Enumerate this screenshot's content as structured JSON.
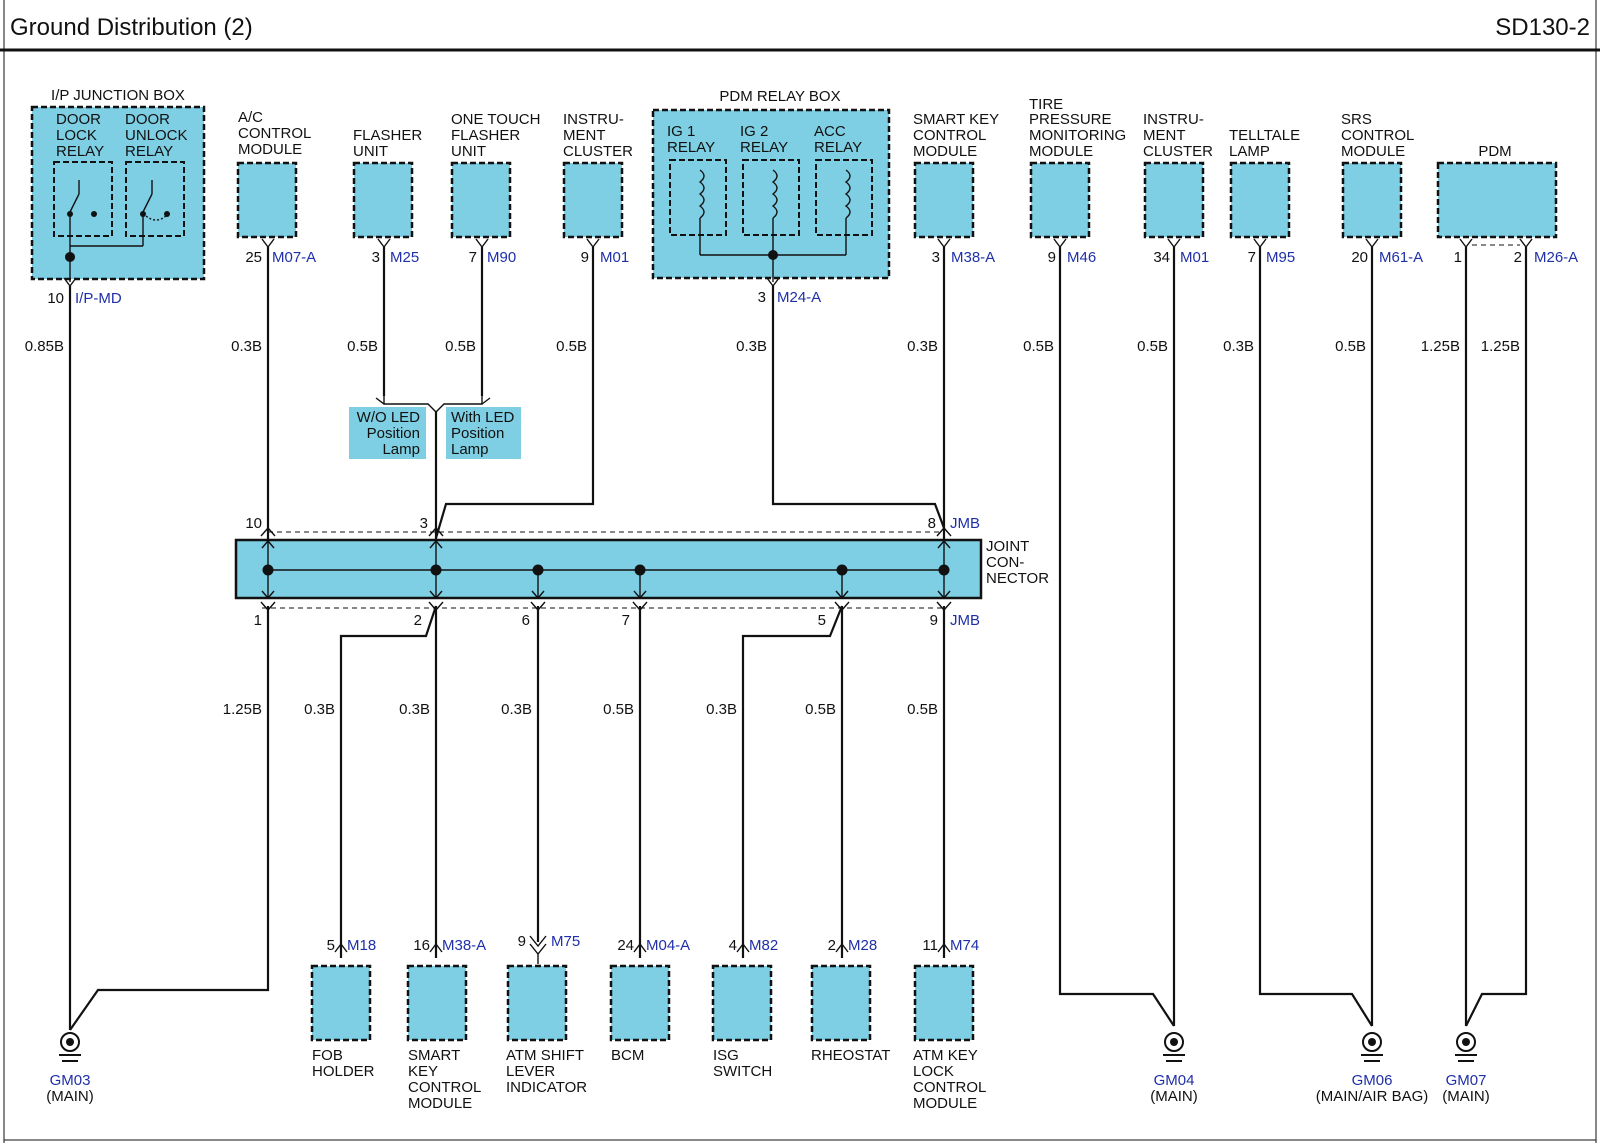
{
  "header": {
    "title": "Ground Distribution (2)",
    "code": "SD130-2"
  },
  "components_top": [
    {
      "id": "ip-junction-box",
      "label": "I/P JUNCTION BOX",
      "pin": "10",
      "connector": "I/P-MD",
      "wire": "0.85B",
      "relays": [
        {
          "lines": [
            "DOOR",
            "LOCK",
            "RELAY"
          ]
        },
        {
          "lines": [
            "DOOR",
            "UNLOCK",
            "RELAY"
          ]
        }
      ]
    },
    {
      "id": "ac-control-module",
      "lines": [
        "A/C",
        "CONTROL",
        "MODULE"
      ],
      "pin": "25",
      "connector": "M07-A",
      "wire": "0.3B"
    },
    {
      "id": "flasher-unit",
      "lines": [
        "FLASHER",
        "UNIT"
      ],
      "pin": "3",
      "connector": "M25",
      "wire": "0.5B"
    },
    {
      "id": "one-touch-flasher-unit",
      "lines": [
        "ONE TOUCH",
        "FLASHER",
        "UNIT"
      ],
      "pin": "7",
      "connector": "M90",
      "wire": "0.5B"
    },
    {
      "id": "instrument-cluster-1",
      "lines": [
        "INSTRU-",
        "MENT",
        "CLUSTER"
      ],
      "pin": "9",
      "connector": "M01",
      "wire": "0.5B"
    },
    {
      "id": "pdm-relay-box",
      "label": "PDM RELAY BOX",
      "pin": "3",
      "connector": "M24-A",
      "wire": "0.3B",
      "relays": [
        {
          "lines": [
            "IG 1",
            "RELAY"
          ]
        },
        {
          "lines": [
            "IG 2",
            "RELAY"
          ]
        },
        {
          "lines": [
            "ACC",
            "RELAY"
          ]
        }
      ]
    },
    {
      "id": "smart-key-control-module-top",
      "lines": [
        "SMART KEY",
        "CONTROL",
        "MODULE"
      ],
      "pin": "3",
      "connector": "M38-A",
      "wire": "0.3B"
    },
    {
      "id": "tire-pressure-monitoring-module",
      "lines": [
        "TIRE",
        "PRESSURE",
        "MONITORING",
        "MODULE"
      ],
      "pin": "9",
      "connector": "M46",
      "wire": "0.5B"
    },
    {
      "id": "instrument-cluster-2",
      "lines": [
        "INSTRU-",
        "MENT",
        "CLUSTER"
      ],
      "pin": "34",
      "connector": "M01",
      "wire": "0.5B"
    },
    {
      "id": "telltale-lamp",
      "lines": [
        "TELLTALE",
        "LAMP"
      ],
      "pin": "7",
      "connector": "M95",
      "wire": "0.3B"
    },
    {
      "id": "srs-control-module",
      "lines": [
        "SRS",
        "CONTROL",
        "MODULE"
      ],
      "pin": "20",
      "connector": "M61-A",
      "wire": "0.5B"
    },
    {
      "id": "pdm",
      "label": "PDM",
      "pins": [
        "1",
        "2"
      ],
      "connector": "M26-A",
      "wires": [
        "1.25B",
        "1.25B"
      ]
    }
  ],
  "option_notes": [
    {
      "lines": [
        "W/O LED",
        "Position",
        "Lamp"
      ]
    },
    {
      "lines": [
        "With LED",
        "Position",
        "Lamp"
      ]
    }
  ],
  "joint_connector": {
    "lines": [
      "JOINT",
      "CON-",
      "NECTOR"
    ],
    "connector": "JMB",
    "top_pins": [
      "10",
      "3",
      "8"
    ],
    "bottom_pins": [
      "1",
      "2",
      "6",
      "7",
      "5",
      "9"
    ],
    "bottom_wires": [
      "1.25B",
      "0.3B",
      "0.3B",
      "0.3B",
      "0.5B",
      "0.3B",
      "0.5B",
      "0.5B"
    ]
  },
  "components_bottom": [
    {
      "id": "fob-holder",
      "lines": [
        "FOB",
        "HOLDER"
      ],
      "pin": "5",
      "connector": "M18"
    },
    {
      "id": "smart-key-control-module-bottom",
      "lines": [
        "SMART",
        "KEY",
        "CONTROL",
        "MODULE"
      ],
      "pin": "16",
      "connector": "M38-A"
    },
    {
      "id": "atm-shift-lever-indicator",
      "lines": [
        "ATM SHIFT",
        "LEVER",
        "INDICATOR"
      ],
      "pin": "9",
      "connector": "M75"
    },
    {
      "id": "bcm",
      "lines": [
        "BCM"
      ],
      "pin": "24",
      "connector": "M04-A"
    },
    {
      "id": "isg-switch",
      "lines": [
        "ISG",
        "SWITCH"
      ],
      "pin": "4",
      "connector": "M82"
    },
    {
      "id": "rheostat",
      "lines": [
        "RHEOSTAT"
      ],
      "pin": "2",
      "connector": "M28"
    },
    {
      "id": "atm-key-lock-control-module",
      "lines": [
        "ATM KEY",
        "LOCK",
        "CONTROL",
        "MODULE"
      ],
      "pin": "11",
      "connector": "M74"
    }
  ],
  "grounds": [
    {
      "id": "GM03",
      "label": "GM03",
      "note": "(MAIN)"
    },
    {
      "id": "GM04",
      "label": "GM04",
      "note": "(MAIN)"
    },
    {
      "id": "GM06",
      "label": "GM06",
      "note": "(MAIN/AIR BAG)"
    },
    {
      "id": "GM07",
      "label": "GM07",
      "note": "(MAIN)"
    }
  ]
}
